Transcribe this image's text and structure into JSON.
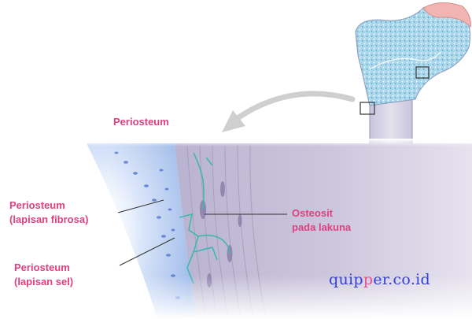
{
  "labels": {
    "periosteum_top": "Periosteum",
    "periosteum_fibrosa_line1": "Periosteum",
    "periosteum_fibrosa_line2": "(lapisan fibrosa)",
    "periosteum_sel_line1": "Periosteum",
    "periosteum_sel_line2": "(lapisan sel)",
    "osteosit_line1": "Osteosit",
    "osteosit_line2": "pada lakuna"
  },
  "watermark": {
    "part1": "quip",
    "part2": "p",
    "part3": "er.co.id"
  },
  "colors": {
    "label_pink": "#e0407f",
    "label_dark": "#6b2a3f",
    "bone_spongy": "#a9d6ea",
    "bone_shaft": "#d8d3e6",
    "cartilage": "#f2b4b0",
    "fibrous_layer": "#b7cdf0",
    "compact_bone": "#c6bfd8",
    "canaliculi": "#3fb7b0",
    "watermark_blue": "#3340d8",
    "watermark_pink": "#e94f8e"
  }
}
